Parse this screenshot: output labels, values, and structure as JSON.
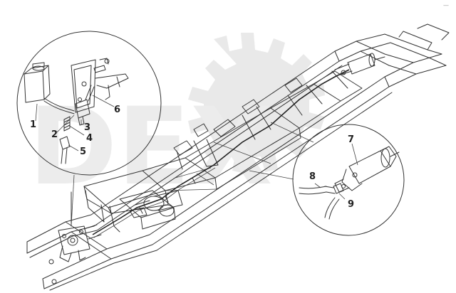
{
  "watermark": "DEX",
  "corner_mark": "—",
  "callouts": {
    "c1": "1",
    "c2": "2",
    "c3": "3",
    "c4": "4",
    "c5": "5",
    "c6": "6",
    "c7": "7",
    "c8": "8",
    "c9": "9"
  },
  "colors": {
    "ink": "#333333",
    "watermark": "#e9e9e9",
    "background": "#ffffff"
  }
}
